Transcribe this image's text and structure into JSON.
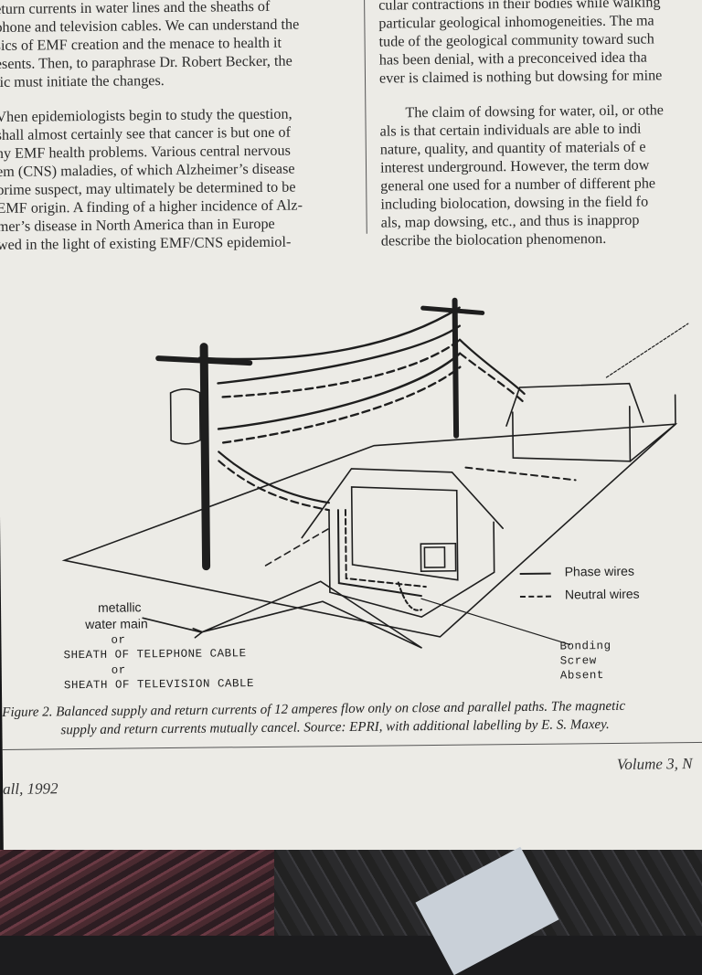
{
  "left_column": {
    "para1": [
      "eturn currents in water lines and the sheaths of",
      "phone and television cables. We can understand the",
      "sics of EMF creation and the menace to health it",
      "esents. Then, to paraphrase Dr. Robert Becker, the",
      "lic must initiate the changes."
    ],
    "para2": [
      "Vhen epidemiologists begin to study the question,",
      "shall almost certainly see that cancer is but one of",
      "ny EMF health problems. Various central nervous",
      "em (CNS) maladies, of which Alzheimer’s disease",
      " prime suspect, may ultimately be determined to be",
      "EMF origin. A finding of a higher incidence of Alz-",
      "mer’s disease in North America than in Europe",
      "wed in the light of existing EMF/CNS epidemiol-"
    ]
  },
  "right_column": {
    "para1": [
      "cular contractions in their bodies while walking",
      "particular geological inhomogeneities. The ma",
      "tude of the geological community toward such",
      "has been denial, with a preconceived idea tha",
      "ever is claimed is nothing but dowsing for mine"
    ],
    "para2": [
      "The claim of dowsing for water, oil, or othe",
      "als is that certain individuals are able to indi",
      "nature, quality, and quantity of materials of e",
      "interest underground. However, the term dow",
      "general one used for a number of different phe",
      "including biolocation, dowsing in the field fo",
      "als, map dowsing, etc., and thus is inapprop",
      "describe the biolocation phenomenon."
    ]
  },
  "figure": {
    "legend": {
      "phase": "Phase wires",
      "neutral": "Neutral wires"
    },
    "labels": {
      "metallic": "metallic",
      "water_main": "water main",
      "or1": "or",
      "telephone": "SHEATH OF TELEPHONE CABLE",
      "or2": "or",
      "television": "SHEATH OF TELEVISION CABLE",
      "bonding": "Bonding",
      "screw": "Screw",
      "absent": "Absent"
    }
  },
  "caption": {
    "line1": "Figure 2. Balanced supply and return currents of 12 amperes flow only on close and parallel paths. The magnetic",
    "line2": "supply and return currents mutually cancel. Source: EPRI, with additional labelling by E. S. Maxey."
  },
  "footer": {
    "left": "all, 1992",
    "right": "Volume 3, N"
  },
  "colors": {
    "paper": "#ecebe6",
    "ink": "#222222"
  }
}
